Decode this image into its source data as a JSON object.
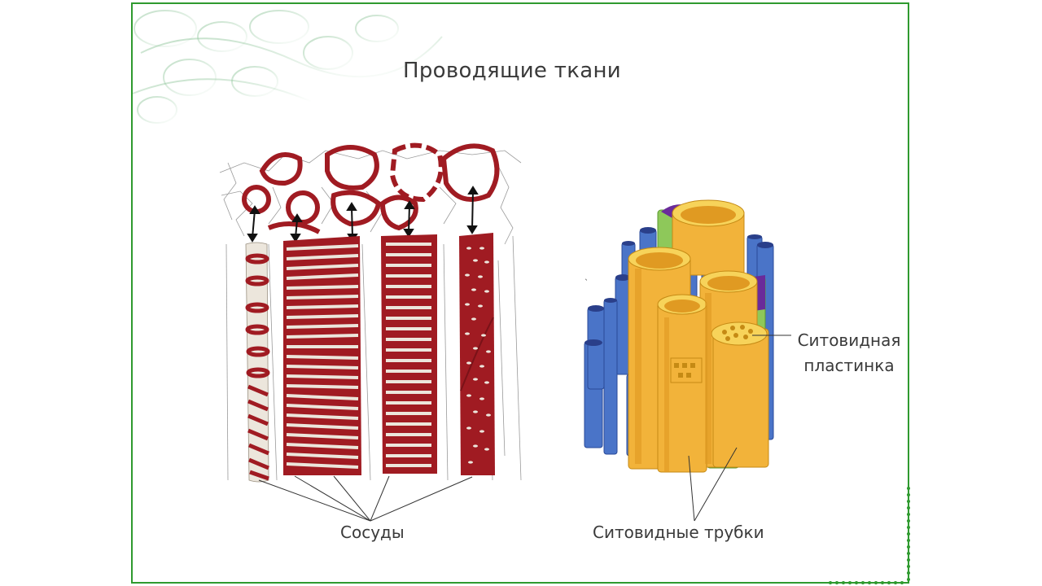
{
  "slide": {
    "title": "Проводящие ткани"
  },
  "labels": {
    "vessels": "Сосуды",
    "sieve_tubes": "Ситовидные трубки",
    "sieve_plate_line1": "Ситовидная",
    "sieve_plate_line2": "пластинка"
  },
  "colors": {
    "frame": "#2f9a2f",
    "vessel_red": "#a01b22",
    "vessel_light": "#ece6dc",
    "phloem_yellow": "#f2b33a",
    "phloem_blue": "#4a74c8",
    "phloem_green": "#8ec85a",
    "phloem_purple": "#6a2b9a"
  }
}
